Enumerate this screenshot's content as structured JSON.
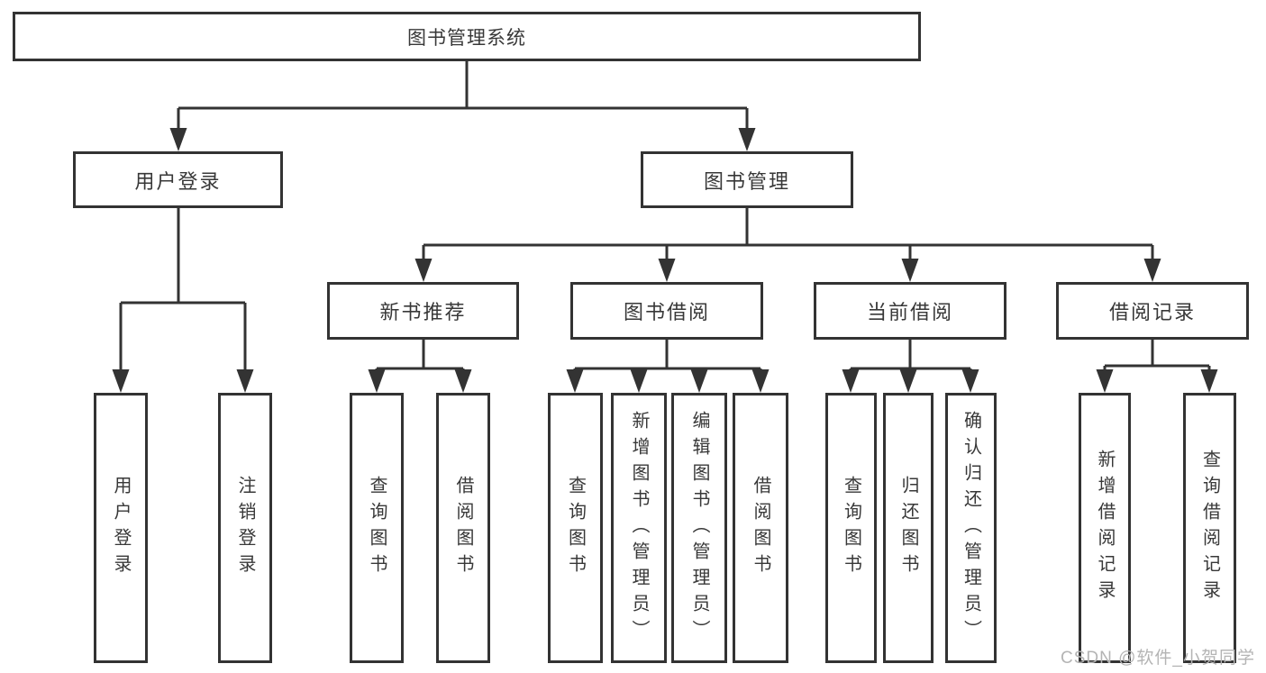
{
  "diagram_type": "hierarchy-tree",
  "colors": {
    "line": "#333333",
    "box_border": "#333333",
    "box_fill": "#ffffff",
    "text": "#383838",
    "watermark": "#b4b4b4"
  },
  "tree": {
    "label": "图书管理系统",
    "children": [
      {
        "label": "用户登录",
        "children": [
          {
            "label": "用户登录"
          },
          {
            "label": "注销登录"
          }
        ]
      },
      {
        "label": "图书管理",
        "children": [
          {
            "label": "新书推荐",
            "children": [
              {
                "label": "查询图书"
              },
              {
                "label": "借阅图书"
              }
            ]
          },
          {
            "label": "图书借阅",
            "children": [
              {
                "label": "查询图书"
              },
              {
                "label": "新增图书（管理员）"
              },
              {
                "label": "编辑图书（管理员）"
              },
              {
                "label": "借阅图书"
              }
            ]
          },
          {
            "label": "当前借阅",
            "children": [
              {
                "label": "查询图书"
              },
              {
                "label": "归还图书"
              },
              {
                "label": "确认归还（管理员）"
              }
            ]
          },
          {
            "label": "借阅记录",
            "children": [
              {
                "label": "新增借阅记录"
              },
              {
                "label": "查询借阅记录"
              }
            ]
          }
        ]
      }
    ]
  },
  "watermark": {
    "text": "CSDN @软件_小贺同学"
  }
}
